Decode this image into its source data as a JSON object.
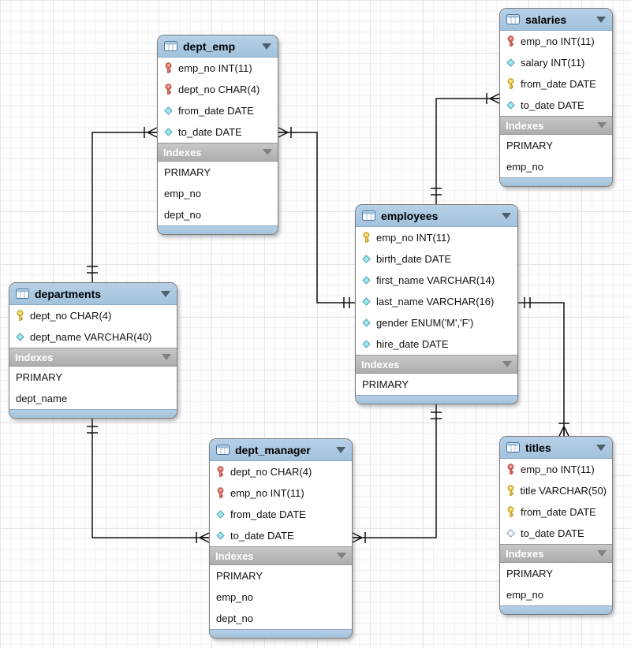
{
  "diagram": {
    "indexes_label": "Indexes",
    "colors": {
      "table_header_blue": "#a9c6de",
      "indexes_bar_gray": "#b5b5b5",
      "primary_key_icon_yellow": "#f2d34d",
      "primary_foreign_key_icon_red": "#e4796c",
      "not_null_icon_cyan": "#9fe8f1",
      "relationship_line_black": "#111111"
    },
    "tables": [
      {
        "name": "dept_emp",
        "columns": [
          {
            "icon": "primary-foreign-key",
            "label": "emp_no INT(11)"
          },
          {
            "icon": "primary-foreign-key",
            "label": "dept_no CHAR(4)"
          },
          {
            "icon": "not-null",
            "label": "from_date DATE"
          },
          {
            "icon": "not-null",
            "label": "to_date DATE"
          }
        ],
        "indexes": [
          "PRIMARY",
          "emp_no",
          "dept_no"
        ]
      },
      {
        "name": "salaries",
        "columns": [
          {
            "icon": "primary-foreign-key",
            "label": "emp_no INT(11)"
          },
          {
            "icon": "not-null",
            "label": "salary INT(11)"
          },
          {
            "icon": "primary-key",
            "label": "from_date DATE"
          },
          {
            "icon": "not-null",
            "label": "to_date DATE"
          }
        ],
        "indexes": [
          "PRIMARY",
          "emp_no"
        ]
      },
      {
        "name": "employees",
        "columns": [
          {
            "icon": "primary-key",
            "label": "emp_no INT(11)"
          },
          {
            "icon": "not-null",
            "label": "birth_date DATE"
          },
          {
            "icon": "not-null",
            "label": "first_name VARCHAR(14)"
          },
          {
            "icon": "not-null",
            "label": "last_name VARCHAR(16)"
          },
          {
            "icon": "not-null",
            "label": "gender ENUM('M','F')"
          },
          {
            "icon": "not-null",
            "label": "hire_date DATE"
          }
        ],
        "indexes": [
          "PRIMARY"
        ]
      },
      {
        "name": "departments",
        "columns": [
          {
            "icon": "primary-key",
            "label": "dept_no CHAR(4)"
          },
          {
            "icon": "not-null",
            "label": "dept_name VARCHAR(40)"
          }
        ],
        "indexes": [
          "PRIMARY",
          "dept_name"
        ]
      },
      {
        "name": "dept_manager",
        "columns": [
          {
            "icon": "primary-foreign-key",
            "label": "dept_no CHAR(4)"
          },
          {
            "icon": "primary-foreign-key",
            "label": "emp_no INT(11)"
          },
          {
            "icon": "not-null",
            "label": "from_date DATE"
          },
          {
            "icon": "not-null",
            "label": "to_date DATE"
          }
        ],
        "indexes": [
          "PRIMARY",
          "emp_no",
          "dept_no"
        ]
      },
      {
        "name": "titles",
        "columns": [
          {
            "icon": "primary-foreign-key",
            "label": "emp_no INT(11)"
          },
          {
            "icon": "primary-key",
            "label": "title VARCHAR(50)"
          },
          {
            "icon": "primary-key",
            "label": "from_date DATE"
          },
          {
            "icon": "nullable",
            "label": "to_date DATE"
          }
        ],
        "indexes": [
          "PRIMARY",
          "emp_no"
        ]
      }
    ],
    "relationships": [
      {
        "child": "dept_emp",
        "parent": "departments",
        "child_cardinality": "many",
        "parent_cardinality": "one-mandatory"
      },
      {
        "child": "dept_emp",
        "parent": "employees",
        "child_cardinality": "many",
        "parent_cardinality": "one-mandatory"
      },
      {
        "child": "salaries",
        "parent": "employees",
        "child_cardinality": "many",
        "parent_cardinality": "one-mandatory"
      },
      {
        "child": "titles",
        "parent": "employees",
        "child_cardinality": "many",
        "parent_cardinality": "one-mandatory"
      },
      {
        "child": "dept_manager",
        "parent": "employees",
        "child_cardinality": "many",
        "parent_cardinality": "one-mandatory"
      },
      {
        "child": "dept_manager",
        "parent": "departments",
        "child_cardinality": "many",
        "parent_cardinality": "one-mandatory"
      }
    ]
  }
}
